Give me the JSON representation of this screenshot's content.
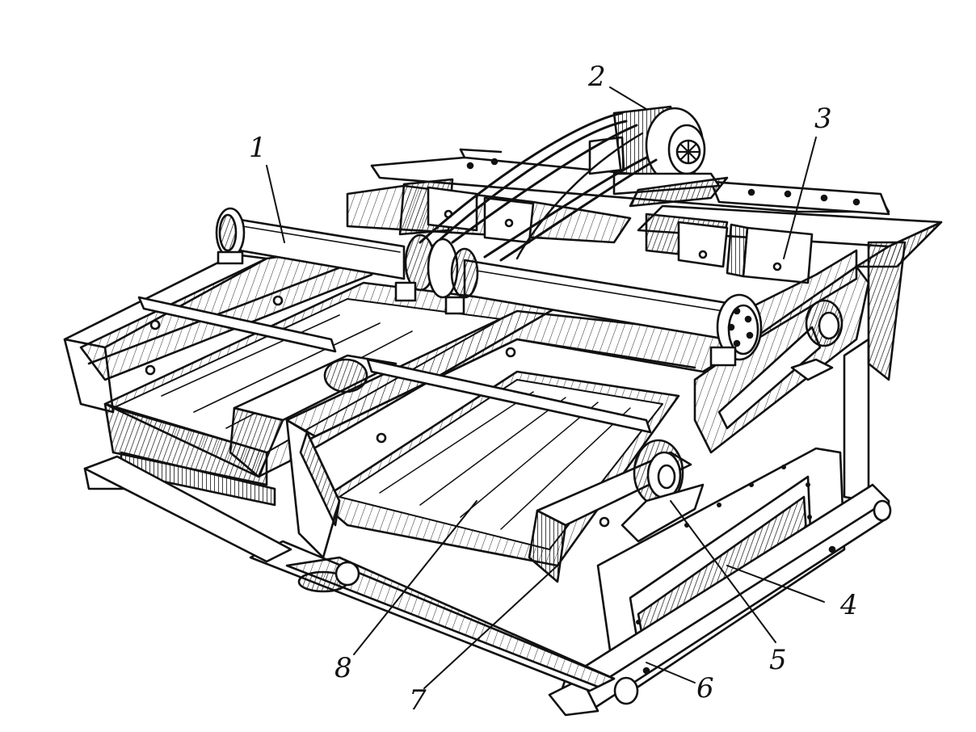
{
  "figure": {
    "callouts": [
      {
        "id": "1",
        "label": "1"
      },
      {
        "id": "2",
        "label": "2"
      },
      {
        "id": "3",
        "label": "3"
      },
      {
        "id": "4",
        "label": "4"
      },
      {
        "id": "5",
        "label": "5"
      },
      {
        "id": "6",
        "label": "6"
      },
      {
        "id": "7",
        "label": "7"
      },
      {
        "id": "8",
        "label": "8"
      }
    ]
  },
  "colors": {
    "ink": "#111111",
    "paper": "#ffffff",
    "shade": "#bdbdbd"
  }
}
